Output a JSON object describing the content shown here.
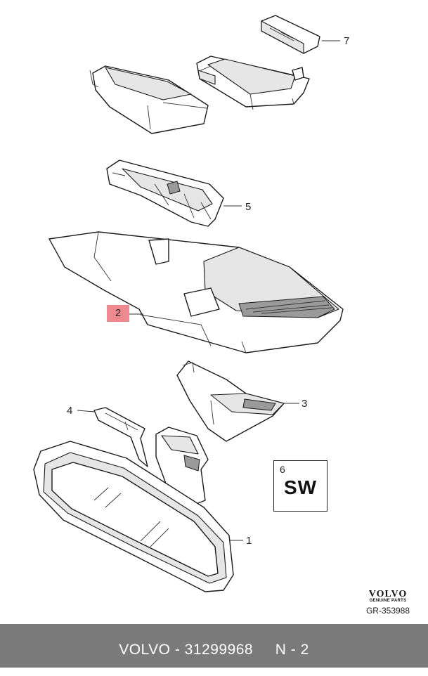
{
  "diagram": {
    "callouts": [
      {
        "id": "1",
        "label": "1"
      },
      {
        "id": "3",
        "label": "3"
      },
      {
        "id": "4",
        "label": "4"
      },
      {
        "id": "5",
        "label": "5"
      },
      {
        "id": "7",
        "label": "7"
      }
    ],
    "highlighted_callout": "2",
    "highlight_color": "#ee8a8f",
    "sw_box": {
      "number": "6",
      "text": "SW"
    }
  },
  "brand": {
    "logo_text": "VOLVO",
    "logo_subtext": "GENUINE PARTS",
    "diagram_ref": "GR-353988"
  },
  "footer": {
    "text": "VOLVO - 31299968     N - 2",
    "background": "#7a7a7a"
  }
}
